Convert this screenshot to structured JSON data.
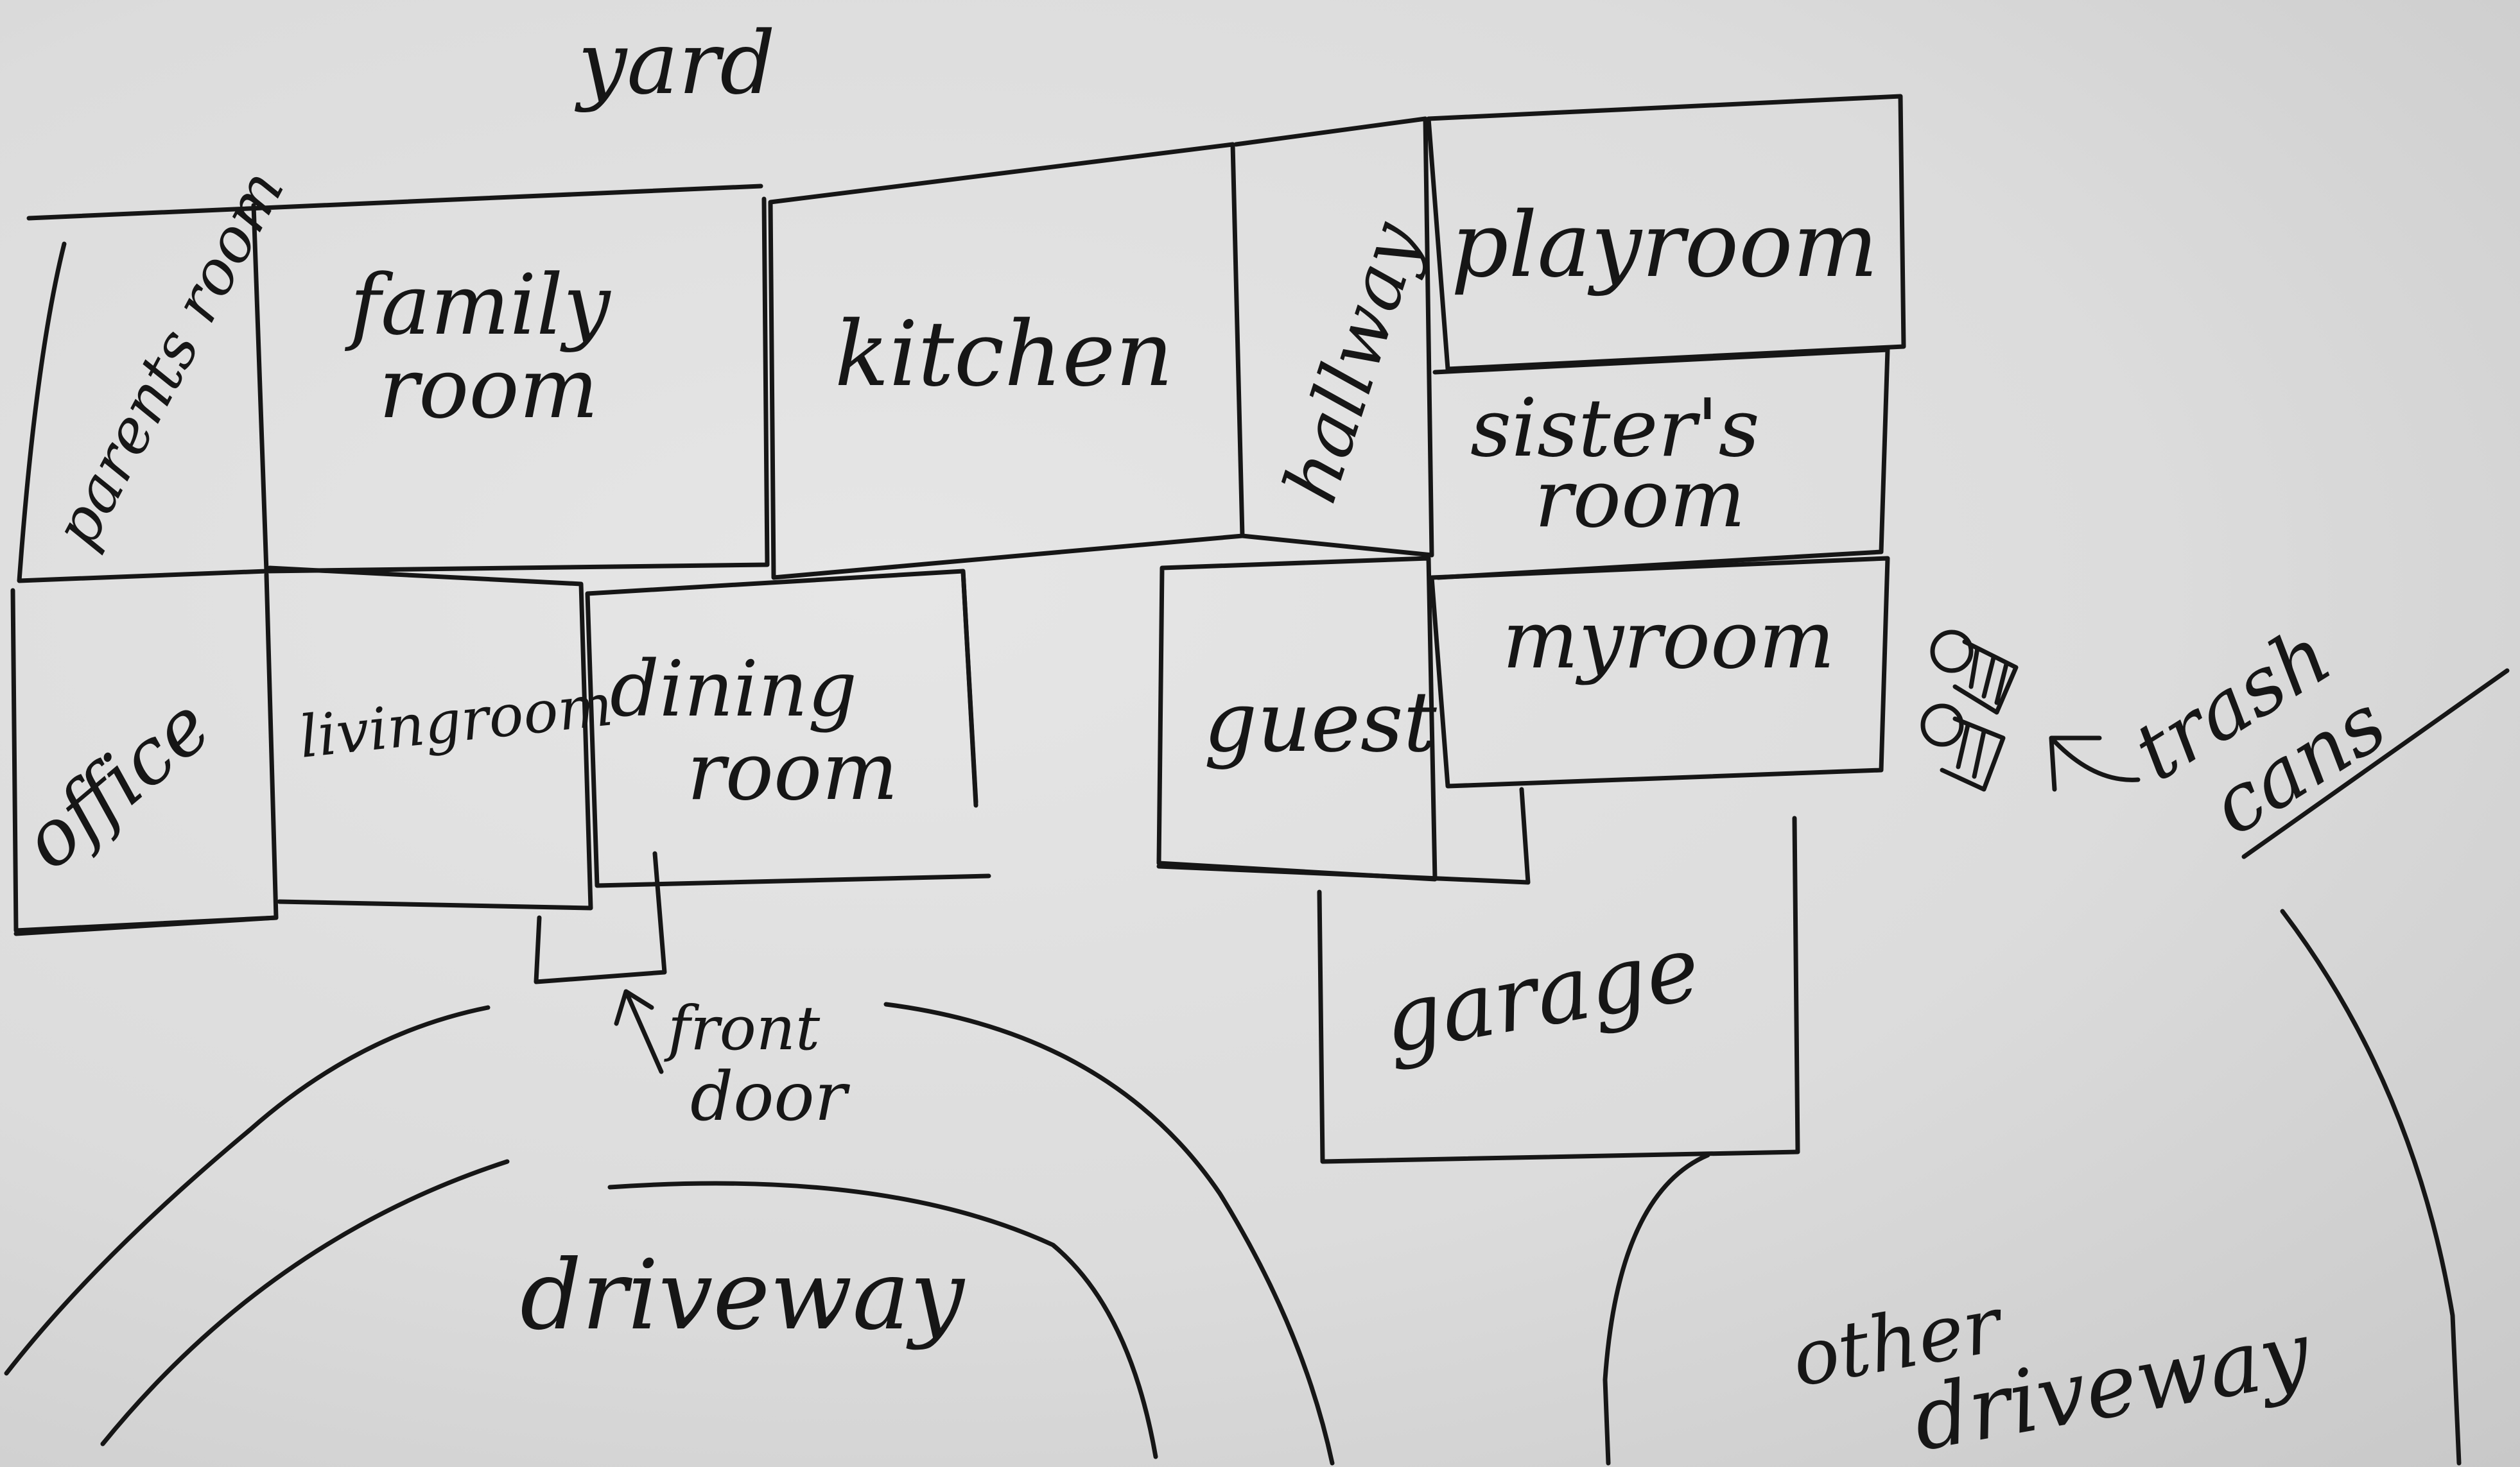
{
  "labels": {
    "yard": "yard",
    "parents_room": "parents room",
    "family_room_line1": "family",
    "family_room_line2": "room",
    "kitchen": "kitchen",
    "hallway": "hallway",
    "playroom": "playroom",
    "sisters_room_line1": "sister's",
    "sisters_room_line2": "room",
    "my_room": "myroom",
    "office": "office",
    "living_room": "livingroom",
    "dining_room_line1": "dining",
    "dining_room_line2": "room",
    "guest": "guest",
    "garage": "garage",
    "front_door_line1": "front",
    "front_door_line2": "door",
    "trash_cans_line1": "trash",
    "trash_cans_line2": "cans",
    "driveway": "driveway",
    "other_driveway_line1": "other",
    "other_driveway_line2": "driveway"
  },
  "colors": {
    "ink": "#161616",
    "paper": "#dcdcdc"
  }
}
